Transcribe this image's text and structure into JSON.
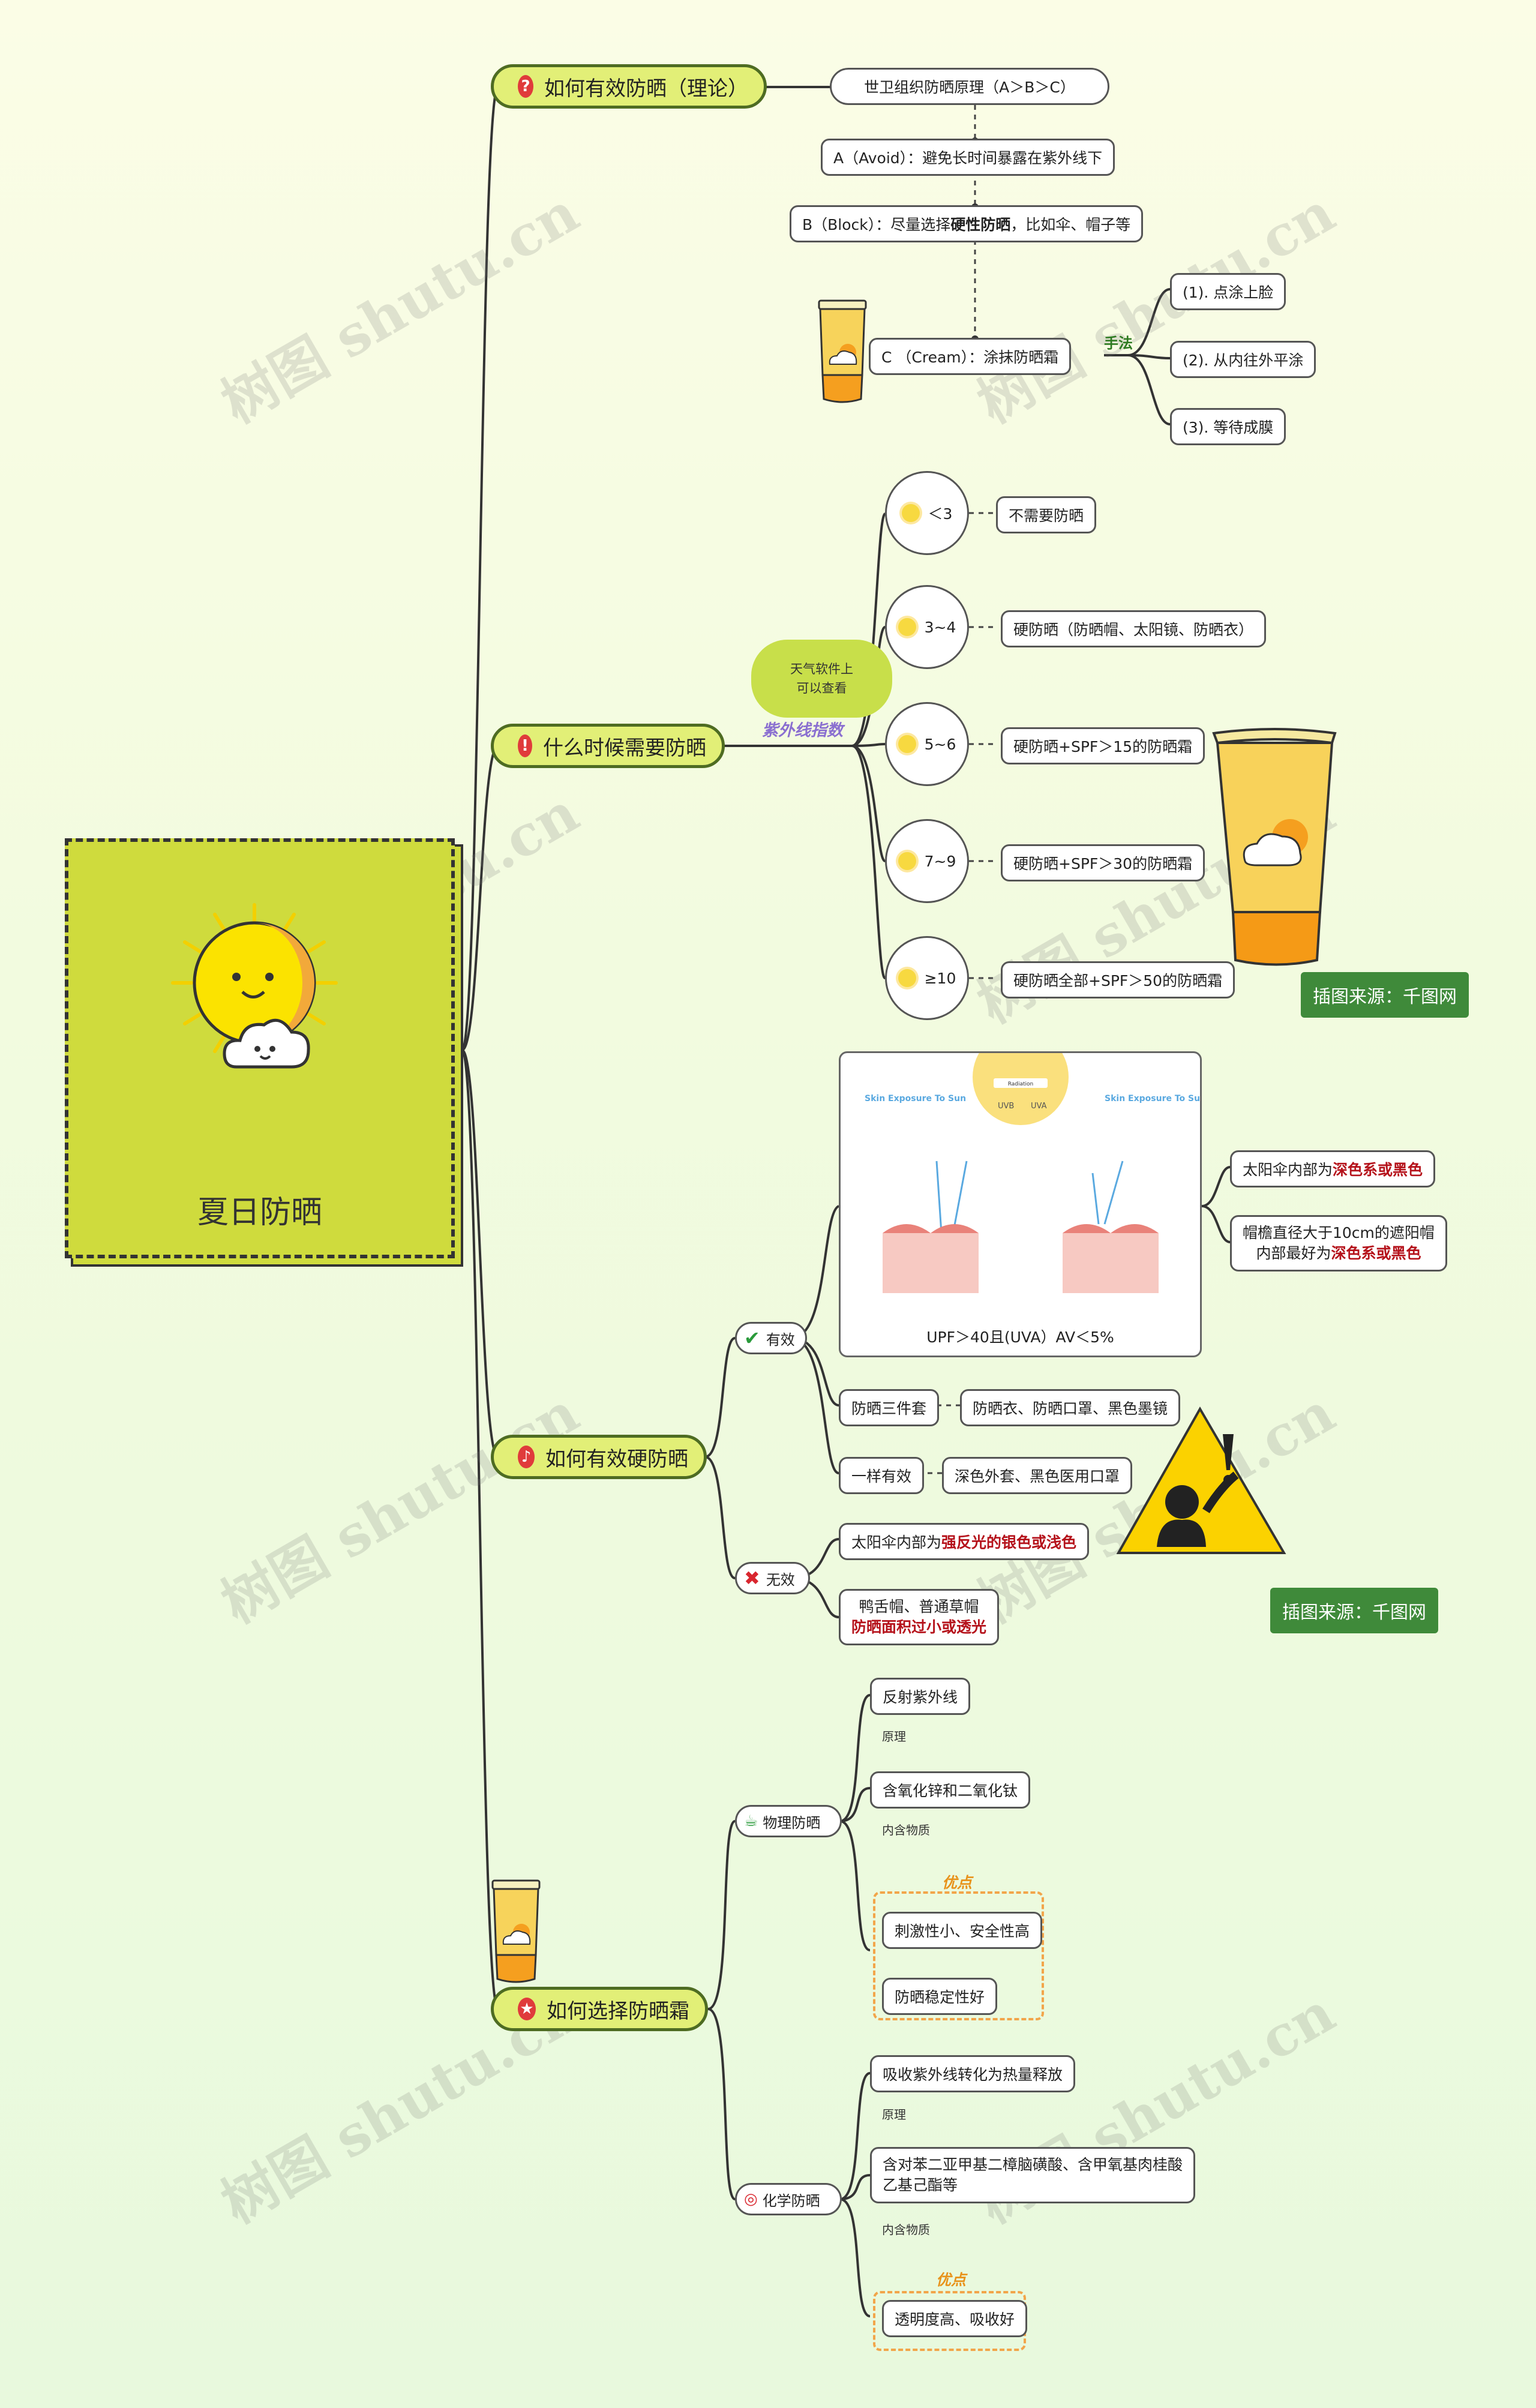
{
  "center": {
    "title": "夏日防晒"
  },
  "watermark": "树图 shutu.cn",
  "branches": {
    "b1": {
      "label": "如何有效防晒（理论）",
      "icon": "question-icon"
    },
    "b2": {
      "label": "什么时候需要防晒",
      "icon": "exclamation-icon"
    },
    "b3": {
      "label": "如何有效硬防晒",
      "icon": "bell-icon"
    },
    "b4": {
      "label": "如何选择防晒霜",
      "icon": "thumbs-up-icon"
    }
  },
  "theory": {
    "who": "世卫组织防晒原理（A＞B＞C）",
    "a": "A（Avoid）：避免长时间暴露在紫外线下",
    "b_prefix": "B（Block）：尽量选择",
    "b_bold": "硬性防晒",
    "b_suffix": "，比如伞、帽子等",
    "c": "C （Cream）：涂抹防晒霜",
    "method_label": "手法",
    "steps": [
      "(1). 点涂上脸",
      "(2). 从内往外平涂",
      "(3). 等待成膜"
    ]
  },
  "uv": {
    "label": "紫外线指数",
    "tip": "天气软件上 可以查看",
    "tip_line1": "天气软件上",
    "tip_line2": "可以查看",
    "levels": [
      {
        "range": "＜3",
        "advice": "不需要防晒"
      },
      {
        "range": "3~4",
        "advice": "硬防晒（防晒帽、太阳镜、防晒衣）"
      },
      {
        "range": "5~6",
        "advice": "硬防晒+SPF＞15的防晒霜"
      },
      {
        "range": "7~9",
        "advice": "硬防晒+SPF＞30的防晒霜"
      },
      {
        "range": "≥10",
        "advice": "硬防晒全部+SPF＞50的防晒霜"
      }
    ]
  },
  "hard": {
    "effective_label": "有效",
    "ineffective_label": "无效",
    "diagram_caption": "UPF＞40且(UVA）AV＜5%",
    "diagram_left_title": "Skin Exposure To Sun",
    "diagram_right_title": "Skin Exposure To Sun With Sunscreen",
    "diagram_radiation": "Radiation",
    "diagram_uvb": "UVB",
    "diagram_uva": "UVA",
    "umbrella_prefix": "太阳伞内部为",
    "umbrella_hl": "深色系或黑色",
    "hat_line1": "帽檐直径大于10cm的遮阳帽",
    "hat_line2_prefix": "内部最好为",
    "hat_line2_hl": "深色系或黑色",
    "set_label": "防晒三件套",
    "set_items": "防晒衣、防晒口罩、黑色墨镜",
    "same_label": "一样有效",
    "same_items": "深色外套、黑色医用口罩",
    "bad_umbrella_prefix": "太阳伞内部为",
    "bad_umbrella_hl": "强反光的银色或浅色",
    "bad_hat_line1": "鸭舌帽、普通草帽",
    "bad_hat_line2": "防晒面积过小或透光"
  },
  "cream": {
    "physical_label": "物理防晒",
    "physical_principle": "反射紫外线",
    "principle_tag": "原理",
    "physical_content": "含氧化锌和二氧化钛",
    "content_tag": "内含物质",
    "advantage_tag": "优点",
    "physical_adv1": "刺激性小、安全性高",
    "physical_adv2": "防晒稳定性好",
    "chemical_label": "化学防晒",
    "chemical_principle": "吸收紫外线转化为热量释放",
    "chemical_content_line1": "含对苯二亚甲基二樟脑磺酸、含甲氧基肉桂酸",
    "chemical_content_line2": "乙基己酯等",
    "chemical_adv": "透明度高、吸收好"
  },
  "credits": {
    "c1": "插图来源：千图网",
    "c2": "插图来源：千图网"
  },
  "colors": {
    "branch_fill": "#e2ef77",
    "branch_border": "#4e6c22",
    "center_fill": "#cfdb3d",
    "highlight": "#b5121b"
  }
}
